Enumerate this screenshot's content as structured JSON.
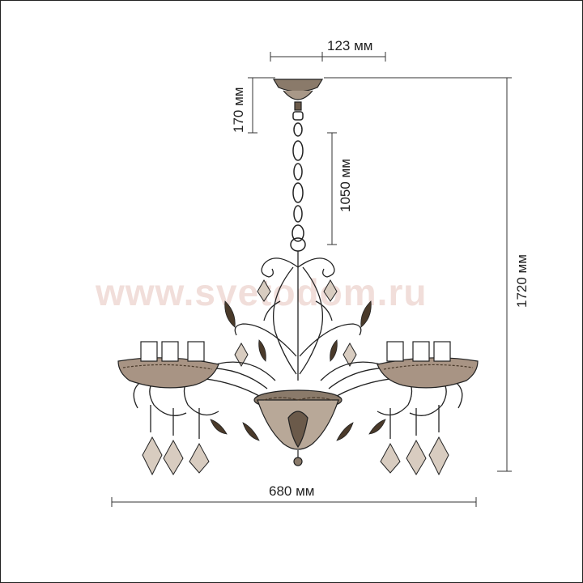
{
  "drawing": {
    "dim_top_width": "123 мм",
    "dim_canopy_height": "170 мм",
    "dim_chain_length": "1050 мм",
    "dim_total_height": "1720 мм",
    "dim_total_width": "680 мм",
    "watermark": "www.svetodom.ru"
  },
  "colors": {
    "line": "#222222",
    "dim_line": "#333333",
    "metal": "#6b5a4a",
    "crystal": "#c8b8a8",
    "watermark": "#d6a096"
  }
}
